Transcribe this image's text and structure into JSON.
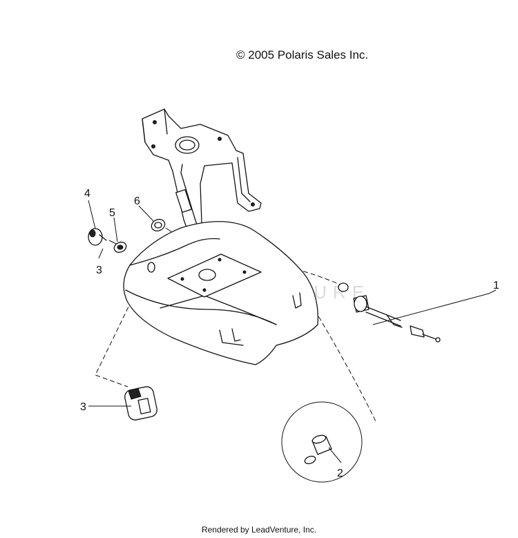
{
  "header": {
    "copyright": "© 2005 Polaris Sales Inc."
  },
  "footer": {
    "rendered_by": "Rendered by LeadVenture, Inc."
  },
  "watermark": {
    "text": "LEADVENTURE"
  },
  "callouts": [
    "1",
    "2",
    "3",
    "3",
    "4",
    "5",
    "6"
  ]
}
